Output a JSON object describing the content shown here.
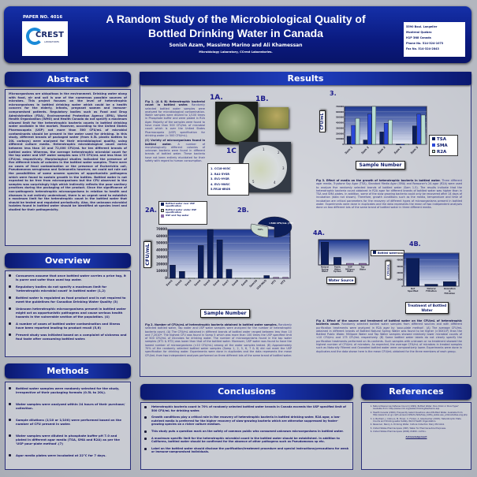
{
  "header": {
    "paper_no": "PAPER NO. 4016",
    "logo_text": "CREST",
    "logo_sub": "LABORATORIES",
    "title_line1": "A Random Study of the Microbiological Quality of",
    "title_line2": "Bottled Drinking Water in Canada",
    "authors": "Sonish Azam, Massimo Marino and Ali Khamessan",
    "affiliation": "Microbiology Laboratory, CCrest Laboratories.",
    "address": [
      "5590 Boul. Langelier",
      "Montreal Quebec",
      "H1P 3N8 Canada",
      "Phone No. 514-324-1073",
      "Fax No. 514-324-2843"
    ]
  },
  "abstract": {
    "title": "Abstract",
    "text": "Microorganisms are ubiquitous in the environment. Drinking water along with food, air and soil is one of the numerous possible sources of microbes. This project focuses on the level of heterotrophic microorganisms in bottled drinking water which could be a health concern for the elderly, infants, pregnant women and immune-compromised patients. Regulatory bodies such as Food and Drug Administration (FDA), Environmental Protection Agency (EPA), World Health Organization (WHO) and Health Canada do not specify a maximum allowed limit for the heterotrophic bacteria counts in bottled drinking water available in the market. However, according to the United States Pharmacopeia (USP) not more than 500 CFU/mL of microbial contaminants should be present in the water used for drinking. In this study, different brands of packaged water (from 0.5L plastic bottles to 20L carboys) were analyzed for their microbiological quality, using different culture media. Heterotrophic microbiological count varies between less than 10 and 72,000 CFU/mL for ten different brands of bottled water. Whereas, the average heterotrophic microbial count for the tap water and USP water samples was 175 CFU/mL and less than 10 CFU/mL respectively. Morphological studies indicated the presence of five different kinds of colonies in the bottled water samples. There were no cases of fecal contamination or the presence of Escherichia coli, Pseudomonas aeruginosa and Salmonella however, we could not rule out the possibilities of some unseen species of opportunistic pathogens which were found to sustain growth in the bottles. Bottled water is not expected to be free from microorganisms but the CFU observed in the samples was surprisingly high which indirectly reflects the poor sanitary practices during the packaging of the product. Since the significance of non-pathogenic heterotrophic microorganisms in relation to health and diseases is not entirely understood, there is an urgent need to establish a maximum limit for the heterotrophic count in the bottled water that should be tested and regulated periodically. Also, the unknown microbial isolates found in bottled water should be identified at species level and studied for their pathogenicity."
  },
  "overview": {
    "title": "Overview",
    "items": [
      "Consumers assume that once bottled water carries a price tag, it is purer and safer than used tap water.",
      "Regulatory bodies do not specify a maximum limit for 'heterotrophic microbial count' in bottled water (1,2)",
      "Bottled water is regulated as food product and is not required to meet the guidelines for Canadian Drinking Water Quality (3)",
      "Unknown heterotrophic microorganisms present in bottled water might act as opportunistic pathogens and cause serious health hazards in the vulnerable section of the population. (4)",
      "A number of cases of bottled water contamination and illness have been reported leading to product recall (5,6)",
      "Present study was initiated based on a complaint of sickness and foul taste after consuming bottled water."
    ]
  },
  "methods": {
    "title": "Methods",
    "items": [
      "Bottled water samples were randomly selected for the study, irrespective of their packaging formats (0.5L to 20L).",
      "Water samples were analyzed within 24 hours of their purchase/ collection.",
      "Sample dilutions (1/10 or 1/100) were performed based on the number of CFU present in water.",
      "Water samples were diluted in phosphate buffer pH 7.0 and plated in different agar media (TSA, SMA and R2A) as per the 'USP pour-plate method'.(7)",
      "Agar media plates were incubated at 22°C for 7 days."
    ]
  },
  "results": {
    "title": "Results",
    "fig1": {
      "label_a": "1A.",
      "label_b": "1B.",
      "label_c": "1C",
      "caption_title": "Fig 1. (A & B) Heterotrophic bacterial count in bottled water.",
      "caption_text": "Randomly selected bottled water samples were analyzed for microbiological contamination. Water samples were diluted to 1/100 times in Phosphate buffer and were plated in R2A Agar. Majority of the samples were found to have more than 500 CFU/mL of microbial count which is over the United States Pharmacopeia (USP) specification for drinking water (< 500 CFU/mL).",
      "caption2_title": "(C) Variety of microorganisms found in bottled water.",
      "caption2_text": "A number of morphologically different colonies of unknown bacteria were found in different brands of bottled water. These bacteria have not been entirely elucidated for their safety with regard to human consumption.",
      "colonies": [
        "1. CC18-003C",
        "2. RA1-5YGR",
        "3. EV1-9YGR",
        "4. EV1-9WSC",
        "5.FR18-6RGR"
      ],
      "plate_marks": [
        "1",
        "2",
        "3",
        "4",
        "5"
      ]
    },
    "fig2_caption_title": "Fig 2. Number of CFUs/mL of heterotrophic bacteria obtained in bottled water samples.",
    "fig2_caption_text": "Randomly selected bottled water, Tap water and USP water samples were analyzed for the number of heterotrophic bacteria count. (A) The CFU/mL obtained in different brands of bottled water ranged between less than 10 and 7,2010*. The highest CFU was found in Samp 5 which was more than 100 times the USP specified limit of 500 CFU/mL of microbes for drinking water. The number of microorganisms found in the tap water samples (HT1 & HT2) was lower than that of the bottled water. Moreover, USP water was found to have the lowest number of microorganisms (<10 CFU/mL) among all the water samples tested. (B) Approximately 70% of the randomly selected bottled water samples (Samp 1, 2, 5, 6, 7 & 8) did not meet the USP specification for drinking water. Experiments were done in duplicates and the data represents the mean CFU/mL from two independent analyses performed on three different lots of the same brand of bottled water.",
    "fig3_label": "3.",
    "fig3_caption_title": "Fig 3. Effect of media on the growth of heterotrophic bacteria in bottled water.",
    "fig3_caption_text": "Three different agar media, Tryptone Soy Agar (TSA), Standard Media Agar (SMA) and Reasoner's 2A agar (R2A) were used to analyze five randomly selected brands of bottled water (Sam 1-5). The results indicate that the heterotrophic bacteria count obtained in R2A agar for different brands of bottled water was higher than in TSA and SMA plates. In addition, some of the slow growing bacteria could only be recovered after 14 days of incubation (data not shown). Therefore, growth conditions such as the media, temperature and time of incubation are critical parameters for the recovery of different types of microorganisms present in bottled water. Experiments were done in duplicates and the data represents the mean of two independent analyses done on two different lots of the same brand of bottled water in three different media.",
    "fig4_label_a": "4A.",
    "fig4_label_b": "4B.",
    "fig4_caption_title": "Fig 4. Effect of the source and treatment of bottled water on the CFU/mL of heterotrophic bacteria count.",
    "fig4_caption_text": "Randomly selected bottled water samples from different sources and with different purification treatments were analyzed in R2A agar by 'pour-plate method'. (A) The average CFU/mL obtained in different brands of Bottled Natural Spring Water was found to be higher (>30X10³) than the Bottled Public Water. Millipore Water and Tap Water samples showed relatively lower microbial counts of <10 CFU/mL and 175 CFU/mL respectively. (B) Some bottled water labels do not clearly specify the purification treatments performed on its contents. Such samples with unknown or no treatment showed the highest number of CFU/mL of microbes. As expected, the average CFU/mL of microbes in treated samples such as Naturally Filtered and Ozonated bottled water were comparatively lower. Experiments were done in duplicates and the data shown here is the mean CFU/mL obtained for the three members of each group."
  },
  "chart_data": [
    {
      "id": "fig2a",
      "title": "2A.",
      "type": "bar",
      "xlabel": "Sample Number",
      "ylabel": "CFU/mL",
      "ylim": [
        0,
        70000
      ],
      "yticks": [
        0,
        10000,
        20000,
        30000,
        40000,
        50000,
        60000,
        70000
      ],
      "categories": [
        "Sam1",
        "Sam2",
        "Sam3",
        "Sam4",
        "Sam5",
        "Sam6",
        "Sam7",
        "Sam8",
        "Sam9",
        "Sam10",
        "USP/NCO",
        "HT1",
        "HT2"
      ],
      "values": [
        19000,
        10000,
        500,
        47000,
        73000,
        55000,
        13000,
        500,
        500,
        400,
        4000,
        1500,
        1500
      ],
      "groups": [
        "over",
        "over",
        "under",
        "over",
        "over",
        "over",
        "over",
        "under",
        "under",
        "under",
        "over",
        "tap",
        "tap"
      ],
      "legend": [
        {
          "key": "over",
          "name": "Bottled water over USP specification",
          "color": "#0c1e5a"
        },
        {
          "key": "under",
          "name": "Bottled water under USP specification",
          "color": "#b8c8c0"
        },
        {
          "key": "tap",
          "name": "USP and Tap water",
          "color": "#8a6aa8"
        }
      ],
      "legend_position": "top-left"
    },
    {
      "id": "fig2b",
      "title": "2B.",
      "type": "pie",
      "slices": [
        {
          "label": ">500 CFU/mL (70%)",
          "value": 70,
          "color": "#0c1e5a"
        },
        {
          "label": "30%",
          "value": 30,
          "color": "#c9d8cc"
        }
      ]
    },
    {
      "id": "fig3",
      "title": "3.",
      "type": "bar",
      "xlabel": "Sample Number",
      "ylabel": "CFU/mL",
      "ylim": [
        0,
        700000
      ],
      "categories": [
        "Sam 1",
        "Sam 2",
        "Sam 3",
        "Sam 4",
        "Sam 5"
      ],
      "series": [
        {
          "name": "TSA",
          "color": "#0c1e5a",
          "values": [
            150000,
            80000,
            230000,
            5000,
            340000
          ]
        },
        {
          "name": "SMA",
          "color": "#2a48d8",
          "values": [
            350000,
            560000,
            390000,
            5000,
            560000
          ]
        },
        {
          "name": "R2A",
          "color": "#b8dcd2",
          "values": [
            480000,
            700000,
            450000,
            5000,
            540000
          ]
        }
      ],
      "legend_position": "right"
    },
    {
      "id": "fig4a",
      "title": "4A.",
      "type": "bar",
      "xlabel": "Water Source",
      "ylim": [
        0,
        50000
      ],
      "categories": [
        "Natural Spring Water",
        "Public Water System",
        "USP Millipore Water",
        "Tap Water"
      ],
      "series": [
        {
          "name": "Bottled water",
          "color": "#0c1e5a",
          "values": [
            45000,
            15000,
            10,
            175
          ]
        }
      ],
      "colors": [
        "#0c1e5a",
        "#0c1e5a",
        "#8a6aa8",
        "#8a6aa8"
      ],
      "legend_position": "right"
    },
    {
      "id": "fig4b",
      "title": "4B.",
      "type": "bar",
      "xlabel": "Treatment of Bottled Water",
      "ylabel": "CFU/mL",
      "ylim": [
        0,
        50000
      ],
      "categories": [
        "Not Specified",
        "Natural Filtration",
        "Ozonation & Filtration"
      ],
      "values": [
        42000,
        3000,
        7000
      ]
    }
  ],
  "conclusions": {
    "title": "Conclusions",
    "items": [
      "Heterotrophic bacteria count in 70% of randomly selected bottled water brands in Canada exceeds the USP specified limit of 500 CFU/mL for drinking water.",
      "Growth conditions play a critical role in the recovery of heterotrophic bacteria in bottled drinking water. R2A agar, a low-nutrient media is preferred for the higher recovery of slow-growing bacteria which are otherwise suppressed by faster-growing species on a richer culture medium.",
      "This study puts a question mark on the safety of common public who consumed unknown microorganisms in bottled water.",
      "A maximum specific limit for the heterotrophic microbial count in the bottled water should be established. In addition to Coliforms, bottled water should be confirmed for the absence of other pathogens such as Pseudomonas sp etc.",
      "Label on the bottled water should disclose the purification/treatment procedure and special instructions/precautions for weak or immune-compromised individuals."
    ]
  },
  "references": {
    "title": "References",
    "items": [
      "Natural Resources Defense Council (1999). Bottled Water: Pure Drink or Pure Hype? Available from: http://www.nrdc.org/water/drinking/bw/bwinx.asp",
      "Health Canada (2009). Frequently Asked Questions about Bottled Water. Available from: http://www.hc-sc.gc.ca/fn-an/securit/facts-faits/faqs_bottle_water-eau_embouteillee-eng.php",
      "A. Bartram, J. Cotruvo, M. Exner, C. Fricker, A. Glasmacher (2003). Heterotrophic Plate Counts and Drinking-water Safety. World Health Organization.",
      "Reasoner, Nancy A. Drinking Water. Culture Collection Dairy Microbiol.",
      "United States Pharmacopeia (USP). Water for Pharmaceutical Purposes.",
      "United States Pharmacopeia (2006) USP29 <1231>."
    ],
    "acknowledgement": "Acknowledgement"
  }
}
